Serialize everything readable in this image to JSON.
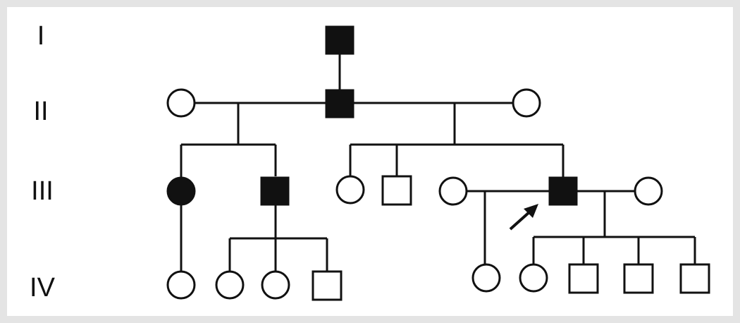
{
  "pedigree": {
    "generations": [
      {
        "roman": "I"
      },
      {
        "roman": "II"
      },
      {
        "roman": "III"
      },
      {
        "roman": "IV"
      }
    ],
    "individuals": [
      {
        "id": "I-1",
        "sex": "male",
        "affected": true
      },
      {
        "id": "II-1",
        "sex": "female",
        "affected": false
      },
      {
        "id": "II-2",
        "sex": "male",
        "affected": true
      },
      {
        "id": "II-3",
        "sex": "female",
        "affected": false
      },
      {
        "id": "III-1",
        "sex": "female",
        "affected": true
      },
      {
        "id": "III-2",
        "sex": "male",
        "affected": true
      },
      {
        "id": "III-3",
        "sex": "female",
        "affected": false
      },
      {
        "id": "III-4",
        "sex": "male",
        "affected": false
      },
      {
        "id": "III-5",
        "sex": "female",
        "affected": false
      },
      {
        "id": "III-6",
        "sex": "male",
        "affected": true,
        "proband": true
      },
      {
        "id": "III-7",
        "sex": "female",
        "affected": false
      },
      {
        "id": "IV-1",
        "sex": "female",
        "affected": false
      },
      {
        "id": "IV-2",
        "sex": "female",
        "affected": false
      },
      {
        "id": "IV-3",
        "sex": "female",
        "affected": false
      },
      {
        "id": "IV-4",
        "sex": "male",
        "affected": false
      },
      {
        "id": "IV-5",
        "sex": "female",
        "affected": false
      },
      {
        "id": "IV-6",
        "sex": "female",
        "affected": false
      },
      {
        "id": "IV-7",
        "sex": "male",
        "affected": false
      },
      {
        "id": "IV-8",
        "sex": "male",
        "affected": false
      },
      {
        "id": "IV-9",
        "sex": "male",
        "affected": false
      }
    ]
  },
  "colors": {
    "affected_fill": "#111111",
    "unaffected_fill": "#ffffff",
    "stroke": "#111111",
    "border": "#e4e4e4"
  }
}
